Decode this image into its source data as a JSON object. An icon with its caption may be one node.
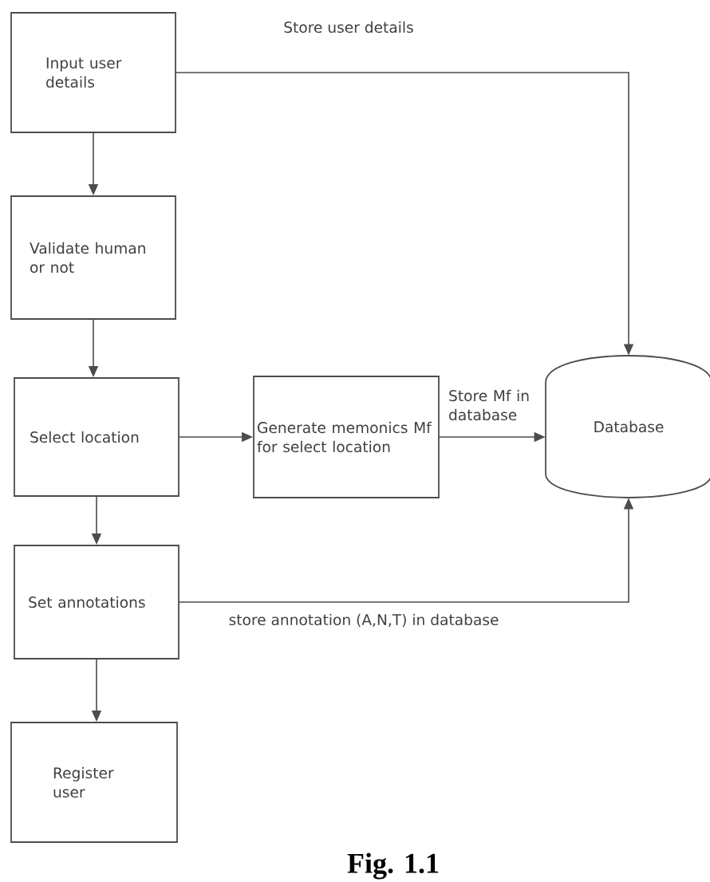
{
  "diagram": {
    "caption": "Fig. 1.1",
    "nodes": [
      {
        "text": [
          "Input user details"
        ]
      },
      {
        "text": [
          "Validate human or not"
        ]
      },
      {
        "text": [
          "Select location"
        ]
      },
      {
        "text": [
          "Generate memonics Mf for select location"
        ]
      },
      {
        "text": [
          "Database"
        ]
      },
      {
        "text": [
          "Set annotations"
        ]
      },
      {
        "text": [
          "Register user"
        ]
      }
    ],
    "edges": [
      {
        "from": 0,
        "to": 1,
        "arrow": "to"
      },
      {
        "from": 1,
        "to": 2,
        "arrow": "to"
      },
      {
        "from": 0,
        "to": 4,
        "arrow": "to",
        "label": "Store user details"
      },
      {
        "from": 2,
        "to": 3,
        "arrow": "to"
      },
      {
        "from": 3,
        "to": 4,
        "arrow": "to",
        "label": "Store Mf in database"
      },
      {
        "from": 2,
        "to": 5,
        "arrow": "to"
      },
      {
        "from": 5,
        "to": 4,
        "arrow": "to",
        "label": "store annotation (A,N,T) in database"
      },
      {
        "from": 5,
        "to": 6,
        "arrow": "to"
      }
    ]
  }
}
